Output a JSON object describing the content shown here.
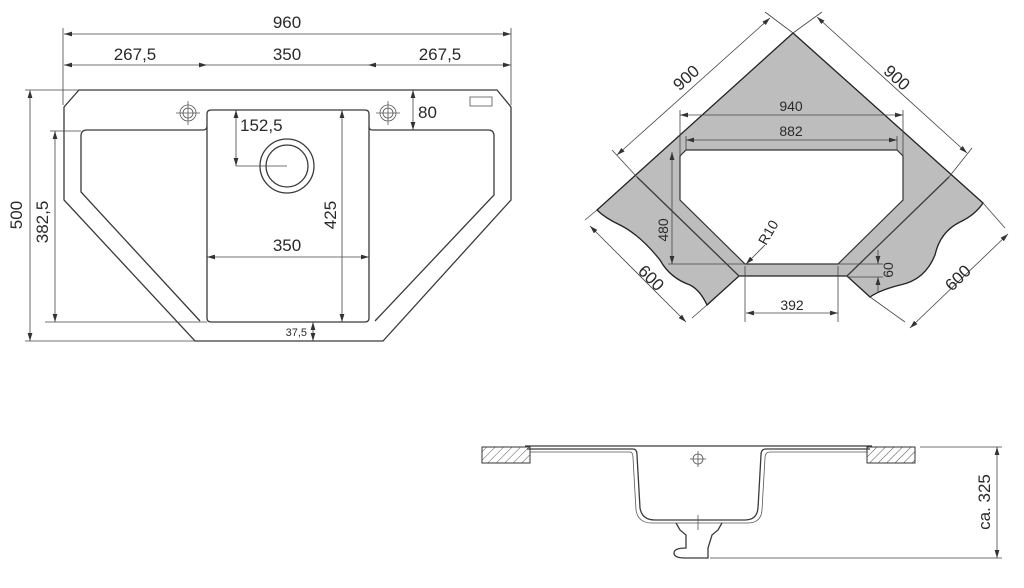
{
  "top_view": {
    "overall_width": "960",
    "left_section": "267,5",
    "center_section": "350",
    "right_section": "267,5",
    "overall_depth": "500",
    "drainer_depth": "382,5",
    "bowl_depth": "425",
    "bowl_width": "350",
    "drain_offset": "152,5",
    "tap_offset": "80",
    "front_margin": "37,5"
  },
  "corner_view": {
    "wall_left": "900",
    "wall_right": "900",
    "outer_cut": "940",
    "inner_cut": "882",
    "cut_depth": "480",
    "radius": "R10",
    "front_cut": "392",
    "front_offset": "60",
    "cabinet_left": "600",
    "cabinet_right": "600"
  },
  "side_view": {
    "height": "ca. 325"
  },
  "colors": {
    "line": "#3a3a3a",
    "countertop": "#bdbdbd"
  }
}
